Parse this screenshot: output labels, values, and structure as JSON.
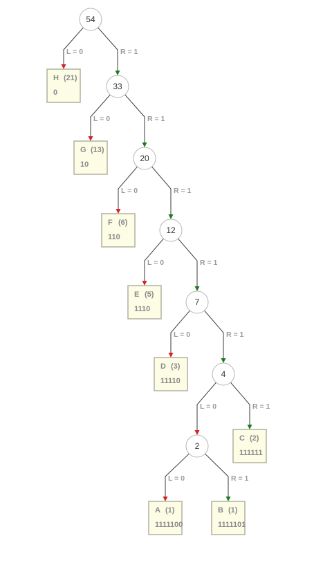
{
  "colors": {
    "left_arrow": "#d32323",
    "right_arrow": "#1f7a1f",
    "leaf_fill": "#fdfde6",
    "node_border": "#b5b5b5"
  },
  "edge_labels": {
    "left": "L = 0",
    "right": "R = 1"
  },
  "nodes": [
    {
      "id": "n54",
      "value": "54"
    },
    {
      "id": "n33",
      "value": "33"
    },
    {
      "id": "n20",
      "value": "20"
    },
    {
      "id": "n12",
      "value": "12"
    },
    {
      "id": "n7",
      "value": "7"
    },
    {
      "id": "n4",
      "value": "4"
    },
    {
      "id": "n2",
      "value": "2"
    }
  ],
  "leaves": [
    {
      "id": "H",
      "symbol": "H",
      "freq": "(21)",
      "code": "0"
    },
    {
      "id": "G",
      "symbol": "G",
      "freq": "(13)",
      "code": "10"
    },
    {
      "id": "F",
      "symbol": "F",
      "freq": "(6)",
      "code": "110"
    },
    {
      "id": "E",
      "symbol": "E",
      "freq": "(5)",
      "code": "1110"
    },
    {
      "id": "D",
      "symbol": "D",
      "freq": "(3)",
      "code": "11110"
    },
    {
      "id": "C",
      "symbol": "C",
      "freq": "(2)",
      "code": "111111"
    },
    {
      "id": "A",
      "symbol": "A",
      "freq": "(1)",
      "code": "1111100"
    },
    {
      "id": "B",
      "symbol": "B",
      "freq": "(1)",
      "code": "1111101"
    }
  ],
  "edges": [
    {
      "from": "n54",
      "to": "H",
      "side": "left"
    },
    {
      "from": "n54",
      "to": "n33",
      "side": "right"
    },
    {
      "from": "n33",
      "to": "G",
      "side": "left"
    },
    {
      "from": "n33",
      "to": "n20",
      "side": "right"
    },
    {
      "from": "n20",
      "to": "F",
      "side": "left"
    },
    {
      "from": "n20",
      "to": "n12",
      "side": "right"
    },
    {
      "from": "n12",
      "to": "E",
      "side": "left"
    },
    {
      "from": "n12",
      "to": "n7",
      "side": "right"
    },
    {
      "from": "n7",
      "to": "D",
      "side": "left"
    },
    {
      "from": "n7",
      "to": "n4",
      "side": "right"
    },
    {
      "from": "n4",
      "to": "n2",
      "side": "left"
    },
    {
      "from": "n4",
      "to": "C",
      "side": "right"
    },
    {
      "from": "n2",
      "to": "A",
      "side": "left"
    },
    {
      "from": "n2",
      "to": "B",
      "side": "right"
    }
  ]
}
